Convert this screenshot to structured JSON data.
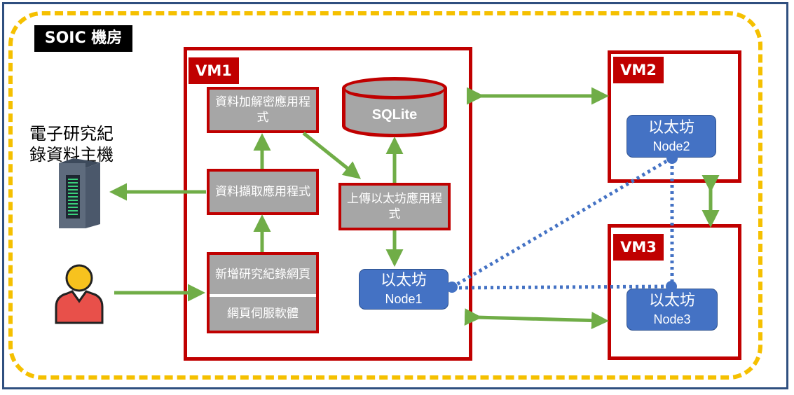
{
  "title": "SOIC 機房",
  "colors": {
    "vm_border": "#c00000",
    "arrow": "#70ad47",
    "node_fill": "#4472c4",
    "dashed_border": "#f5c000",
    "dotted_link": "#4472c4"
  },
  "host": {
    "line1": "電子研究紀",
    "line2": "錄資料主機",
    "icon": "server-icon"
  },
  "user": {
    "icon": "user-icon"
  },
  "vm1": {
    "tag": "VM1",
    "encrypt_app": "資料加解密應用程式",
    "fetch_app": "資料擷取應用程式",
    "upload_app": "上傳以太坊應用程式",
    "add_record_page": "新增研究紀錄網頁",
    "web_server": "網頁伺服軟體",
    "db": "SQLite",
    "node": {
      "name": "以太坊",
      "id": "Node1"
    }
  },
  "vm2": {
    "tag": "VM2",
    "node": {
      "name": "以太坊",
      "id": "Node2"
    }
  },
  "vm3": {
    "tag": "VM3",
    "node": {
      "name": "以太坊",
      "id": "Node3"
    }
  }
}
